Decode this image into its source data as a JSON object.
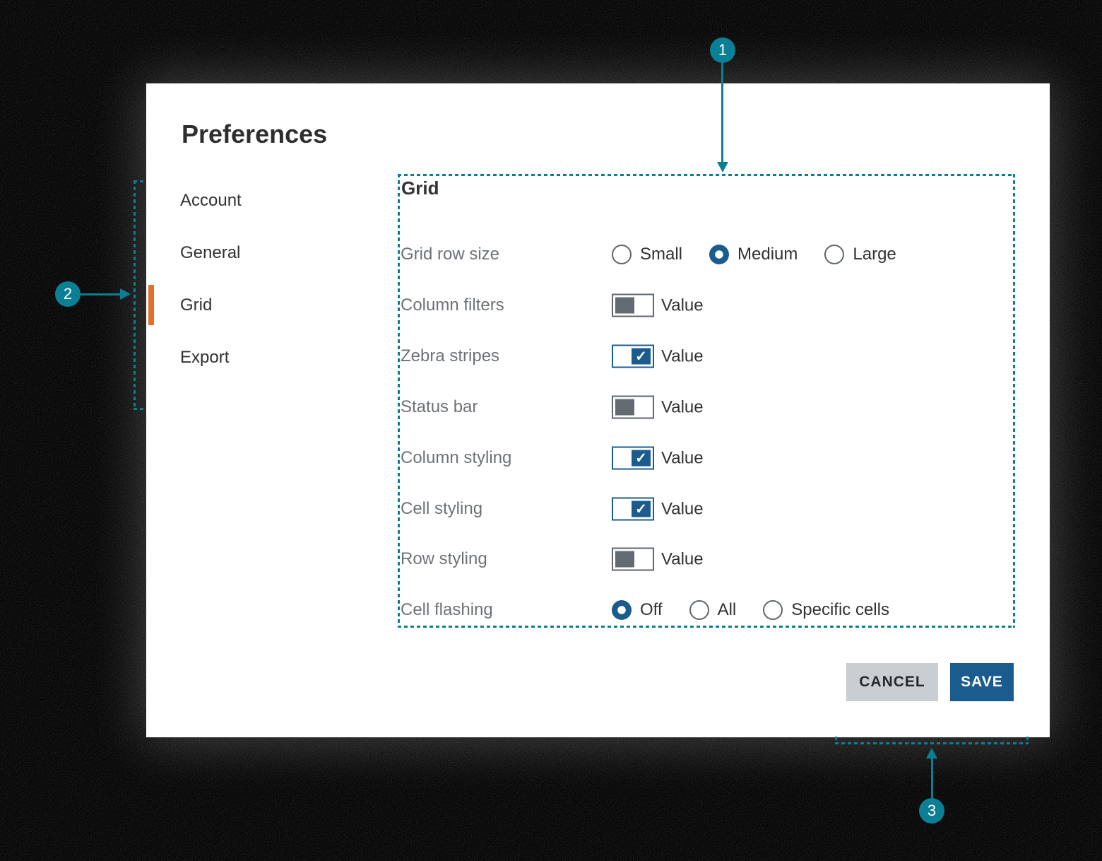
{
  "annotations": {
    "callouts": [
      "1",
      "2",
      "3"
    ]
  },
  "dialog": {
    "title": "Preferences",
    "sidebar": {
      "items": [
        {
          "label": "Account",
          "active": false
        },
        {
          "label": "General",
          "active": false
        },
        {
          "label": "Grid",
          "active": true
        },
        {
          "label": "Export",
          "active": false
        }
      ]
    },
    "panel": {
      "heading": "Grid",
      "rows": [
        {
          "type": "radio-group",
          "label": "Grid row size",
          "options": [
            {
              "label": "Small",
              "selected": false
            },
            {
              "label": "Medium",
              "selected": true
            },
            {
              "label": "Large",
              "selected": false
            }
          ]
        },
        {
          "type": "toggle",
          "label": "Column filters",
          "on": false,
          "value_label": "Value"
        },
        {
          "type": "toggle",
          "label": "Zebra stripes",
          "on": true,
          "value_label": "Value"
        },
        {
          "type": "toggle",
          "label": "Status bar",
          "on": false,
          "value_label": "Value"
        },
        {
          "type": "toggle",
          "label": "Column styling",
          "on": true,
          "value_label": "Value"
        },
        {
          "type": "toggle",
          "label": "Cell styling",
          "on": true,
          "value_label": "Value"
        },
        {
          "type": "toggle",
          "label": "Row styling",
          "on": false,
          "value_label": "Value"
        },
        {
          "type": "radio-group",
          "label": "Cell flashing",
          "options": [
            {
              "label": "Off",
              "selected": true
            },
            {
              "label": "All",
              "selected": false
            },
            {
              "label": "Specific cells",
              "selected": false
            }
          ]
        }
      ],
      "check_glyph": "✓"
    },
    "footer": {
      "cancel_label": "CANCEL",
      "save_label": "SAVE"
    }
  },
  "colors": {
    "annotation_teal": "#0c7e93",
    "accent_blue": "#1b5c8e",
    "active_orange": "#e2702d",
    "cancel_gray": "#c9ced2",
    "label_gray": "#6e7277"
  }
}
